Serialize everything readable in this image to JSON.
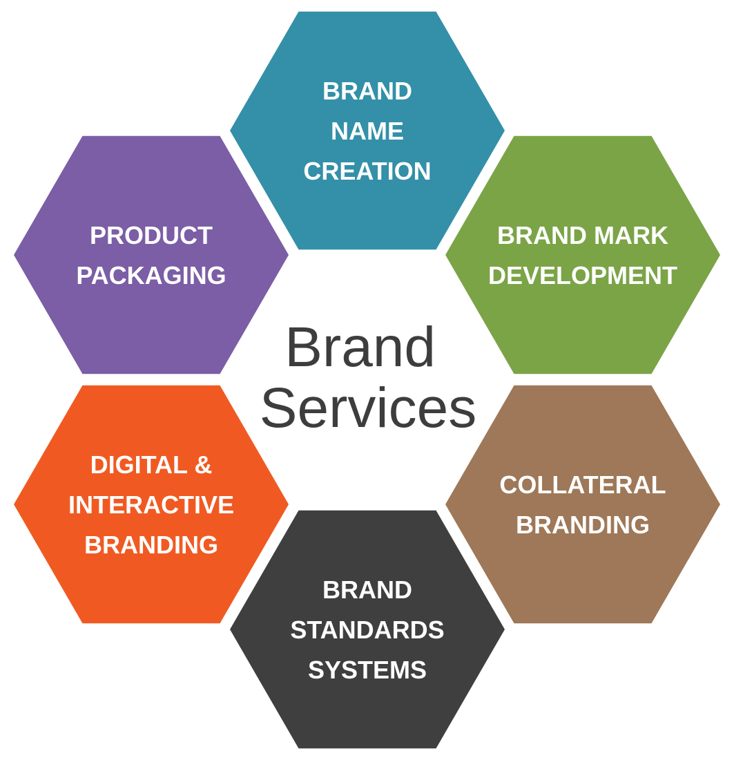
{
  "center": {
    "lines": [
      "Brand",
      "Services"
    ],
    "color": "#3d3d3d"
  },
  "services": [
    {
      "id": "brand-name-creation",
      "lines": [
        "BRAND",
        "NAME",
        "CREATION"
      ],
      "color": "#3390a8"
    },
    {
      "id": "brand-mark-development",
      "lines": [
        "BRAND MARK",
        "DEVELOPMENT"
      ],
      "color": "#7ba447"
    },
    {
      "id": "collateral-branding",
      "lines": [
        "COLLATERAL",
        "BRANDING"
      ],
      "color": "#9e7858"
    },
    {
      "id": "brand-standards-systems",
      "lines": [
        "BRAND",
        "STANDARDS",
        "SYSTEMS"
      ],
      "color": "#3f3f3f"
    },
    {
      "id": "digital-interactive-branding",
      "lines": [
        "DIGITAL &",
        "INTERACTIVE",
        "BRANDING"
      ],
      "color": "#f05a22"
    },
    {
      "id": "product-packaging",
      "lines": [
        "PRODUCT",
        "PACKAGING"
      ],
      "color": "#7b5ea6"
    }
  ]
}
